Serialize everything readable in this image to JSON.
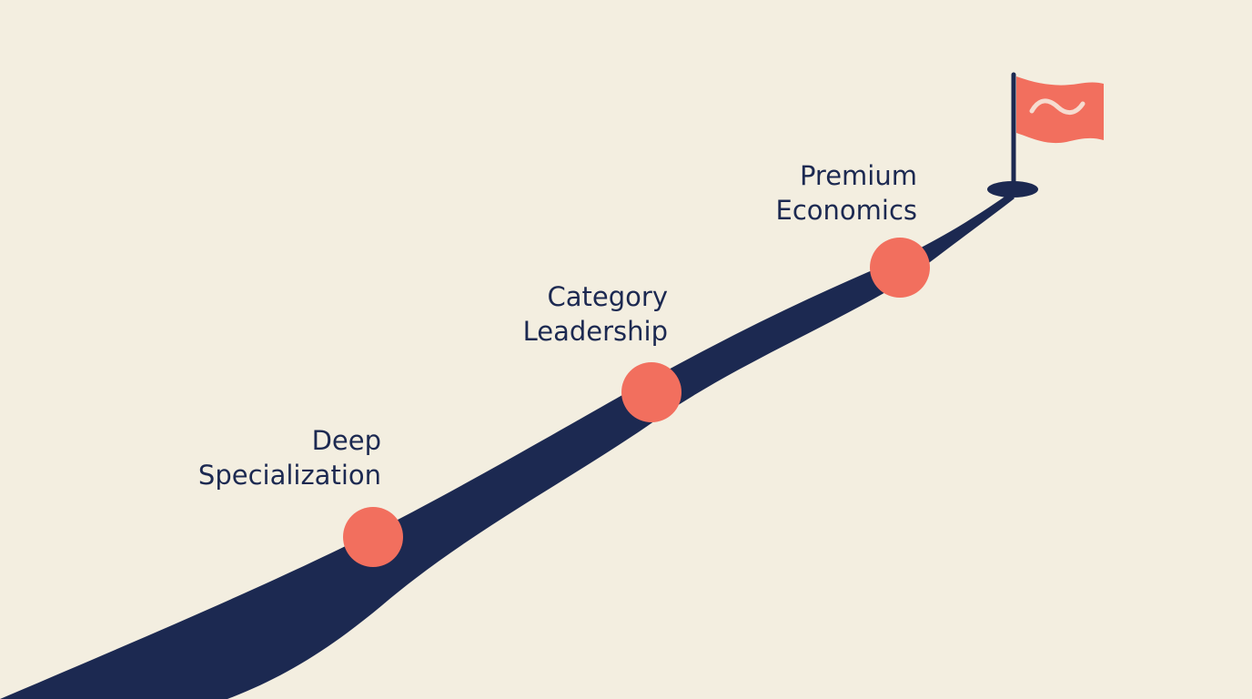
{
  "colors": {
    "background": "#f3eee0",
    "path": "#1c2951",
    "milestone": "#f26f5e",
    "flag": "#f26f5e",
    "flag_mark": "#f6dcd0",
    "text": "#1c2951"
  },
  "milestones": [
    {
      "line1": "Deep",
      "line2": "Specialization"
    },
    {
      "line1": "Category",
      "line2": "Leadership"
    },
    {
      "line1": "Premium",
      "line2": "Economics"
    }
  ],
  "goal": {
    "icon": "flag-icon"
  }
}
